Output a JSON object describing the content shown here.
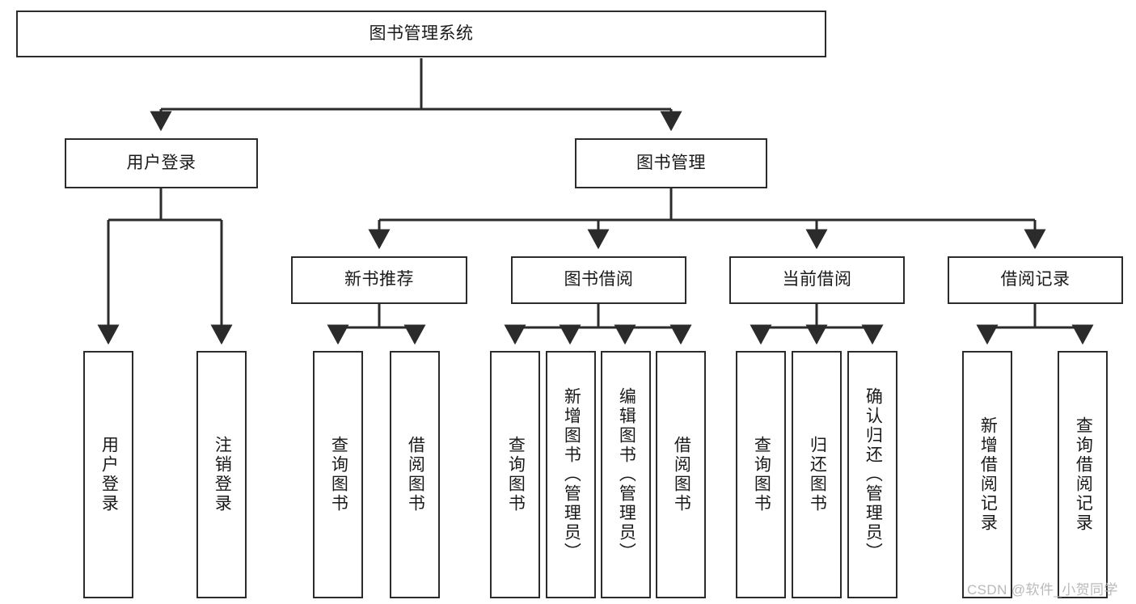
{
  "diagram": {
    "type": "tree-hierarchy",
    "title": "图书管理系统",
    "watermark": "CSDN @软件_小贺同学",
    "colors": {
      "box_border": "#2b2b2b",
      "box_fill": "#ffffff",
      "connector": "#2b2b2b",
      "text": "#1a1a1a",
      "watermark": "#b9b9b9",
      "background": "#ffffff"
    },
    "nodes": {
      "root": {
        "label": "图书管理系统",
        "level": 0,
        "orientation": "horizontal"
      },
      "l1": [
        {
          "id": "user-login",
          "label": "用户登录",
          "orientation": "horizontal"
        },
        {
          "id": "book-management",
          "label": "图书管理",
          "orientation": "horizontal"
        }
      ],
      "l2": [
        {
          "id": "new-book-recommend",
          "label": "新书推荐",
          "parent": "book-management",
          "orientation": "horizontal"
        },
        {
          "id": "book-borrow",
          "label": "图书借阅",
          "parent": "book-management",
          "orientation": "horizontal"
        },
        {
          "id": "current-borrow",
          "label": "当前借阅",
          "parent": "book-management",
          "orientation": "horizontal"
        },
        {
          "id": "borrow-record",
          "label": "借阅记录",
          "parent": "book-management",
          "orientation": "horizontal"
        }
      ],
      "leaves": [
        {
          "id": "leaf-user-login",
          "label": "用户登录",
          "parent": "user-login",
          "orientation": "vertical"
        },
        {
          "id": "leaf-logout-login",
          "label": "注销登录",
          "parent": "user-login",
          "orientation": "vertical"
        },
        {
          "id": "leaf-query-book-1",
          "label": "查询图书",
          "parent": "new-book-recommend",
          "orientation": "vertical"
        },
        {
          "id": "leaf-borrow-book-1",
          "label": "借阅图书",
          "parent": "new-book-recommend",
          "orientation": "vertical"
        },
        {
          "id": "leaf-query-book-2",
          "label": "查询图书",
          "parent": "book-borrow",
          "orientation": "vertical"
        },
        {
          "id": "leaf-add-book",
          "label": "新增图书（管理员）",
          "parent": "book-borrow",
          "orientation": "vertical"
        },
        {
          "id": "leaf-edit-book",
          "label": "编辑图书（管理员）",
          "parent": "book-borrow",
          "orientation": "vertical"
        },
        {
          "id": "leaf-borrow-book-2",
          "label": "借阅图书",
          "parent": "book-borrow",
          "orientation": "vertical"
        },
        {
          "id": "leaf-query-book-3",
          "label": "查询图书",
          "parent": "current-borrow",
          "orientation": "vertical"
        },
        {
          "id": "leaf-return-book",
          "label": "归还图书",
          "parent": "current-borrow",
          "orientation": "vertical"
        },
        {
          "id": "leaf-confirm-return",
          "label": "确认归还（管理员）",
          "parent": "current-borrow",
          "orientation": "vertical"
        },
        {
          "id": "leaf-add-borrow-record",
          "label": "新增借阅记录",
          "parent": "borrow-record",
          "orientation": "vertical"
        },
        {
          "id": "leaf-query-borrow-record",
          "label": "查询借阅记录",
          "parent": "borrow-record",
          "orientation": "vertical"
        }
      ]
    }
  }
}
